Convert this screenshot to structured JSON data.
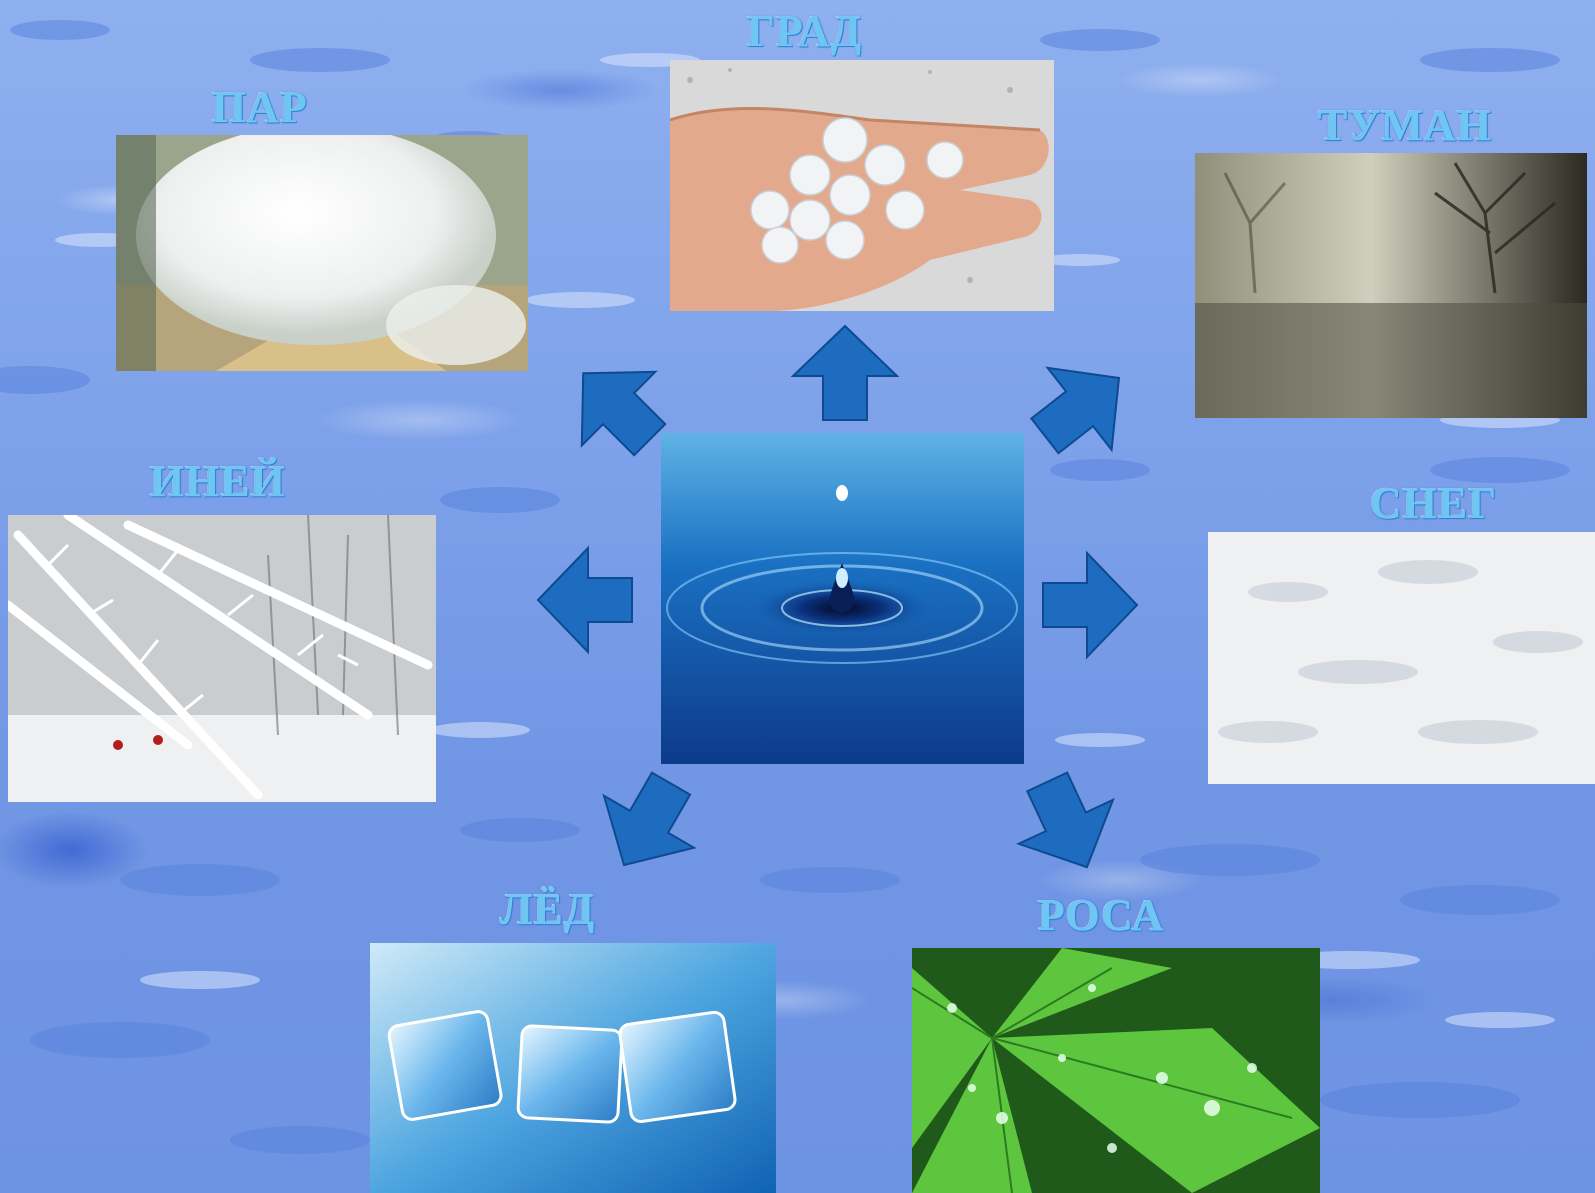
{
  "labels": {
    "steam": "ПАР",
    "hail": "ГРАД",
    "fog": "ТУМАН",
    "frost": "ИНЕЙ",
    "snow": "СНЕГ",
    "ice": "ЛЁД",
    "dew": "РОСА"
  },
  "photo_caption": "hail-photo-watermark",
  "icons": {
    "arrow": "blue-block-arrow"
  },
  "colors": {
    "arrow_fill": "#1d6cc0",
    "label": "#6fc6f3",
    "background": "#7ea2ea"
  }
}
